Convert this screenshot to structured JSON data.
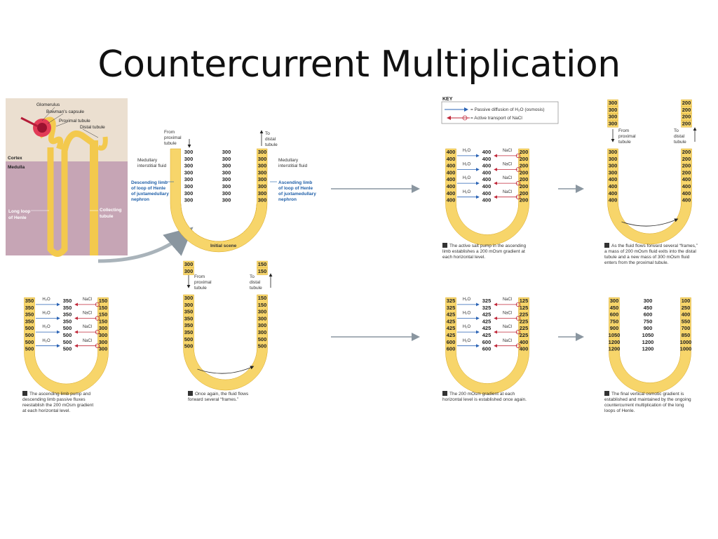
{
  "slide": {
    "title": "Countercurrent Multiplication"
  },
  "anatomy": {
    "glomerulus": "Glomerulus",
    "bowmans": "Bowman's capsule",
    "proximal": "Proximal tubule",
    "distal": "Distal tubule",
    "cortex": "Cortex",
    "medulla": "Medulla",
    "long_loop_1": "Long loop",
    "long_loop_2": "of Henle",
    "collecting_1": "Collecting",
    "collecting_2": "tubule"
  },
  "key": {
    "title": "KEY",
    "passive": "= Passive diffusion of H₂O (osmosis)",
    "active": "= Active transport of NaCl"
  },
  "labels": {
    "from1": "From",
    "from2": "proximal",
    "from3": "tubule",
    "to1": "To",
    "to2": "distal",
    "to3": "tubule",
    "med1": "Medullary",
    "med2": "interstitial fluid",
    "desc1": "Descending limb",
    "desc2": "of loop of Henle",
    "desc3": "of juxtamedullary",
    "desc4": "nephron",
    "asc1": "Ascending limb",
    "asc2": "of loop of Henle",
    "asc3": "of juxtamedullary",
    "asc4": "nephron",
    "h2o": "H₂O",
    "nacl": "NaCl"
  },
  "panels": {
    "initial": {
      "caption": "Initial scene",
      "left": [
        "300",
        "300",
        "300",
        "300",
        "300",
        "300",
        "300",
        "300"
      ],
      "mid": [
        "300",
        "300",
        "300",
        "300",
        "300",
        "300",
        "300",
        "300"
      ],
      "right": [
        "300",
        "300",
        "300",
        "300",
        "300",
        "300",
        "300",
        "300"
      ]
    },
    "p1": {
      "step": "1",
      "caption": [
        "The active salt pump in the ascending",
        "limb establishes a 200 mOsm gradient at",
        "each horizontal level."
      ],
      "left": [
        "400",
        "400",
        "400",
        "400",
        "400",
        "400",
        "400",
        "400"
      ],
      "mid": [
        "400",
        "400",
        "400",
        "400",
        "400",
        "400",
        "400",
        "400"
      ],
      "right": [
        "200",
        "200",
        "200",
        "200",
        "200",
        "200",
        "200",
        "200"
      ]
    },
    "p2": {
      "step": "2",
      "caption": [
        "As the fluid flows forward several “frames,”",
        "a mass of 200 mOsm fluid exits into the distal",
        "tubule and a new mass of 300 mOsm fluid",
        "enters from the proximal tubule."
      ],
      "top_left": [
        "300",
        "300",
        "300",
        "300"
      ],
      "top_right": [
        "200",
        "200",
        "200",
        "200"
      ],
      "left": [
        "300",
        "300",
        "300",
        "300",
        "400",
        "400",
        "400",
        "400"
      ],
      "right": [
        "200",
        "200",
        "200",
        "200",
        "400",
        "400",
        "400",
        "400"
      ]
    },
    "p3": {
      "step": "3",
      "caption": [
        "The ascending limb pump and",
        "descending limb passive fluxes",
        "reestablish the 200 mOsm gradient",
        "at each horizontal level."
      ],
      "left": [
        "350",
        "350",
        "350",
        "350",
        "500",
        "500",
        "500",
        "500"
      ],
      "mid": [
        "350",
        "350",
        "350",
        "350",
        "500",
        "500",
        "500",
        "500"
      ],
      "right": [
        "150",
        "150",
        "150",
        "150",
        "300",
        "300",
        "300",
        "300"
      ]
    },
    "p4": {
      "step": "4",
      "caption": [
        "Once again, the fluid flows",
        "forward several “frames.”"
      ],
      "top_left": [
        "300",
        "300"
      ],
      "top_right": [
        "150",
        "150"
      ],
      "left": [
        "300",
        "300",
        "350",
        "350",
        "350",
        "350",
        "500",
        "500"
      ],
      "right": [
        "150",
        "150",
        "300",
        "300",
        "300",
        "300",
        "500",
        "500"
      ]
    },
    "p5": {
      "step": "5",
      "caption": [
        "The 200 mOsm gradient at each",
        "horizontal level is established once again."
      ],
      "left": [
        "325",
        "325",
        "425",
        "425",
        "425",
        "425",
        "600",
        "600"
      ],
      "mid": [
        "325",
        "325",
        "425",
        "425",
        "425",
        "425",
        "600",
        "600"
      ],
      "right": [
        "125",
        "125",
        "225",
        "225",
        "225",
        "225",
        "400",
        "400"
      ]
    },
    "p6": {
      "step": "6",
      "caption": [
        "The final vertical osmotic gradient is",
        "established and maintained by the ongoing",
        "countercurrent multiplication of the long",
        "loops of Henle."
      ],
      "left": [
        "300",
        "450",
        "600",
        "750",
        "900",
        "1050",
        "1200",
        "1200"
      ],
      "mid": [
        "300",
        "450",
        "600",
        "750",
        "900",
        "1050",
        "1200",
        "1200"
      ],
      "right": [
        "100",
        "250",
        "400",
        "550",
        "700",
        "850",
        "1000",
        "1000"
      ]
    }
  },
  "colors": {
    "tubule": "#f7d56a",
    "tubule_edge": "#d9a824",
    "water": "#2a63b5",
    "salt": "#c0283a",
    "cortex": "#e8ddd0",
    "medulla": "#c9a9b8"
  }
}
